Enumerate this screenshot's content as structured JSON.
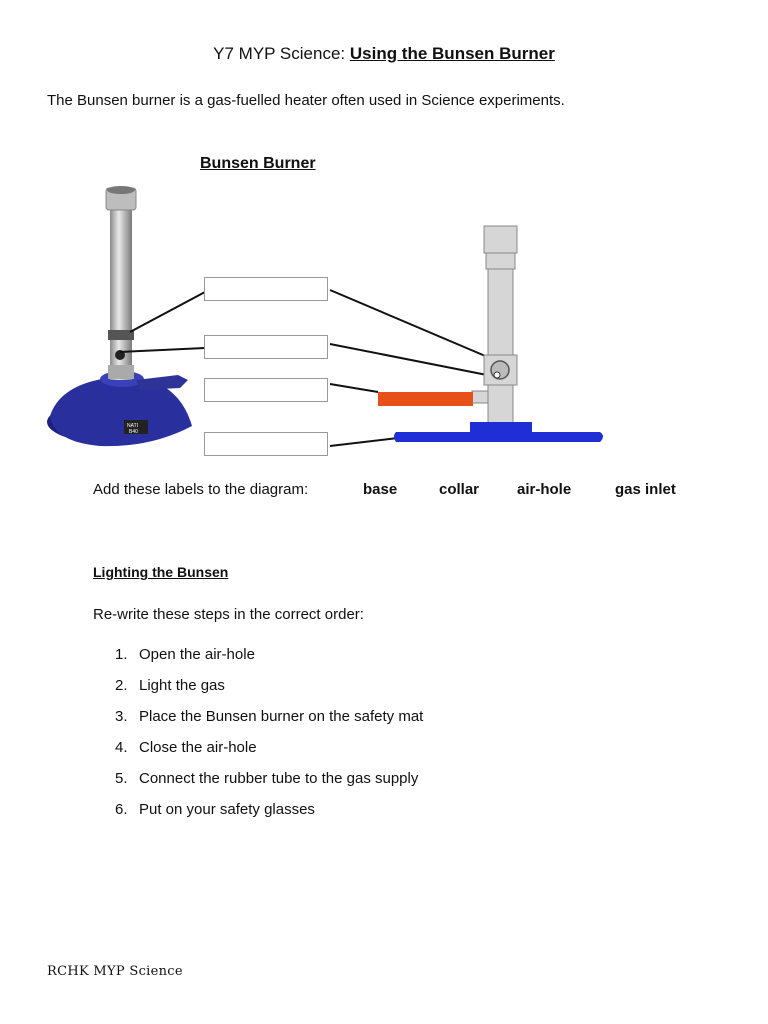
{
  "title_prefix": "Y7 MYP Science: ",
  "title_main": "Using the Bunsen Burner",
  "intro": "The Bunsen burner is a gas-fuelled heater often used in Science experiments.",
  "diagram": {
    "title": "Bunsen Burner",
    "photo_badge": "NATI\nB40"
  },
  "labels_instruction": "Add these labels to the diagram:",
  "labels": [
    "base",
    "collar",
    "air-hole",
    "gas inlet"
  ],
  "lighting": {
    "heading": "Lighting the Bunsen",
    "instruction": "Re-write these steps in the correct order:",
    "steps": [
      {
        "num": "1.",
        "text": "Open the air-hole"
      },
      {
        "num": "2.",
        "text": "Light the gas"
      },
      {
        "num": "3.",
        "text": "Place the Bunsen burner on the safety mat"
      },
      {
        "num": "4.",
        "text": "Close the air-hole"
      },
      {
        "num": "5.",
        "text": "Connect the rubber tube to the gas supply"
      },
      {
        "num": "6.",
        "text": "Put on your safety glasses"
      }
    ]
  },
  "footer": "RCHK  MYP  Science",
  "colors": {
    "burner_base_blue": "#2a2f9e",
    "diagram_base_blue": "#1f2fd6",
    "gas_inlet_orange": "#e8501a",
    "tube_gray": "#d6d6d6"
  }
}
